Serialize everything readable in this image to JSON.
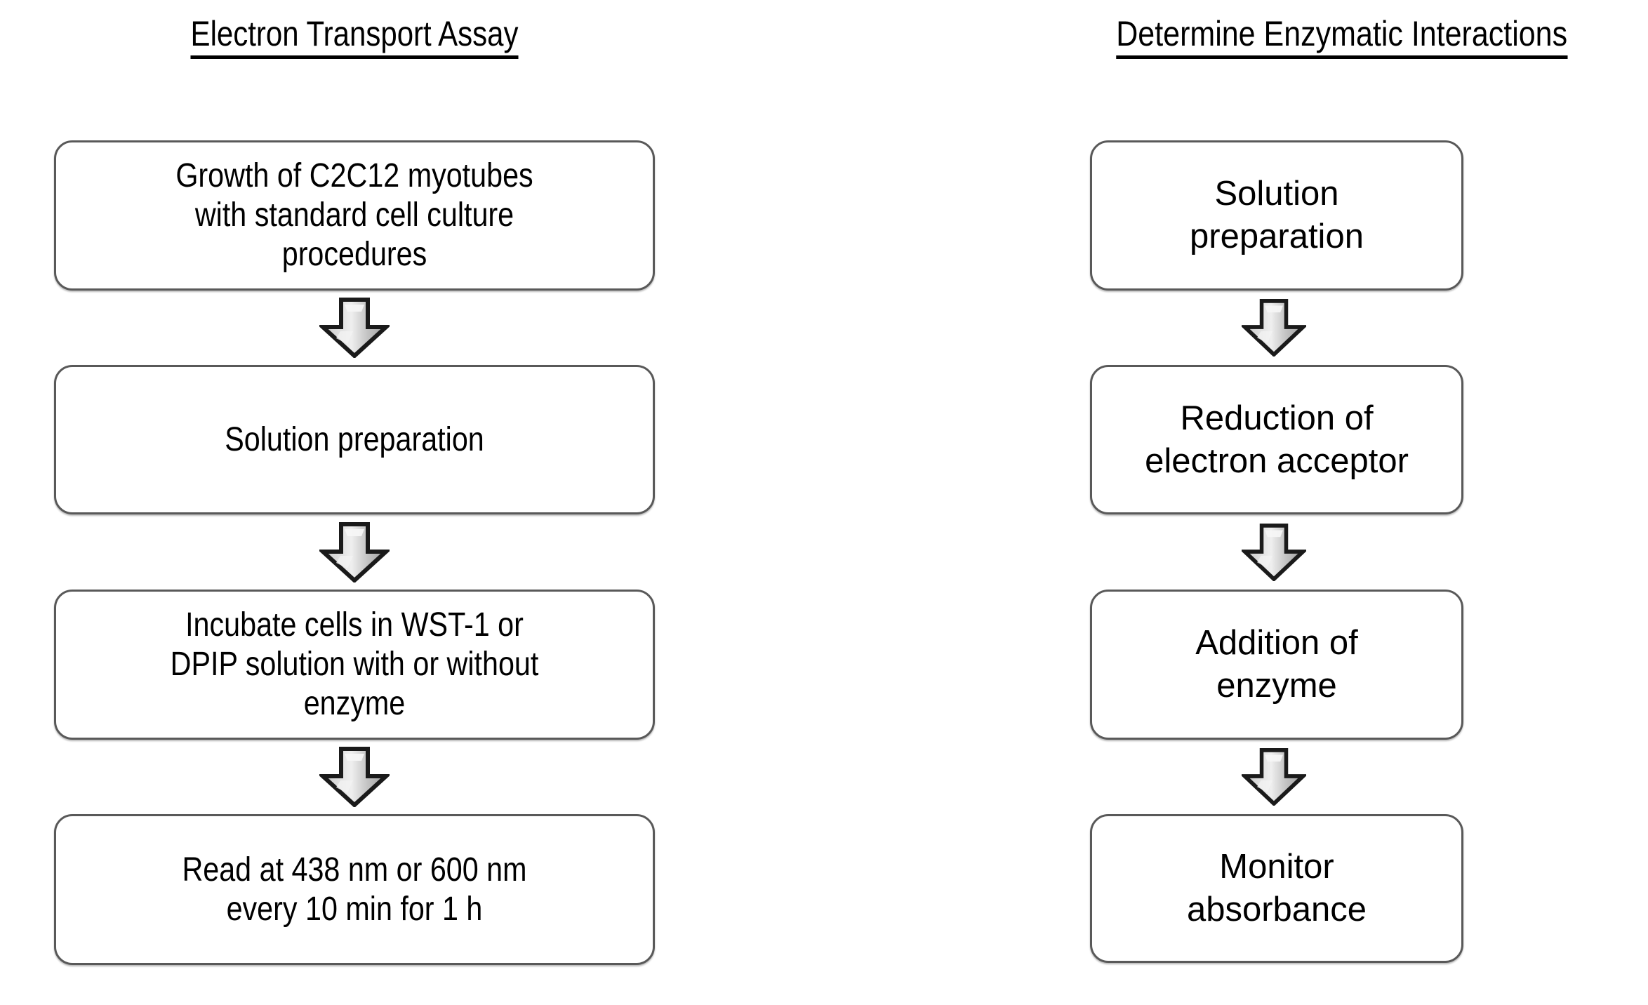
{
  "page": {
    "background": "#ffffff",
    "text_color": "#000000",
    "box_border_color": "#595959",
    "arrow_fill_color": "#c8c8c8",
    "arrow_outline_color": "#1a1a1a"
  },
  "columns": [
    {
      "id": "electron-transport-assay",
      "title": "Electron Transport Assay",
      "steps": [
        {
          "id": "step-growth",
          "label": "Growth of C2C12 myotubes\nwith standard cell culture\nprocedures"
        },
        {
          "id": "step-solution-prep",
          "label": "Solution preparation"
        },
        {
          "id": "step-incubate",
          "label": "Incubate cells in WST-1 or\nDPIP solution with or without\nenzyme"
        },
        {
          "id": "step-read",
          "label": "Read at 438 nm or 600 nm\nevery 10 min for 1 h"
        }
      ],
      "connectors": [
        {
          "id": "arrow-1",
          "icon": "down-arrow-icon"
        },
        {
          "id": "arrow-2",
          "icon": "down-arrow-icon"
        },
        {
          "id": "arrow-3",
          "icon": "down-arrow-icon"
        }
      ]
    },
    {
      "id": "determine-enzymatic-interactions",
      "title": "Determine Enzymatic Interactions",
      "steps": [
        {
          "id": "step-solution-prep",
          "label": "Solution\npreparation"
        },
        {
          "id": "step-reduction",
          "label": "Reduction of\nelectron acceptor"
        },
        {
          "id": "step-addition-enzyme",
          "label": "Addition of\nenzyme"
        },
        {
          "id": "step-monitor",
          "label": "Monitor\nabsorbance"
        }
      ],
      "connectors": [
        {
          "id": "arrow-1",
          "icon": "down-arrow-icon"
        },
        {
          "id": "arrow-2",
          "icon": "down-arrow-icon"
        },
        {
          "id": "arrow-3",
          "icon": "down-arrow-icon"
        }
      ]
    }
  ]
}
